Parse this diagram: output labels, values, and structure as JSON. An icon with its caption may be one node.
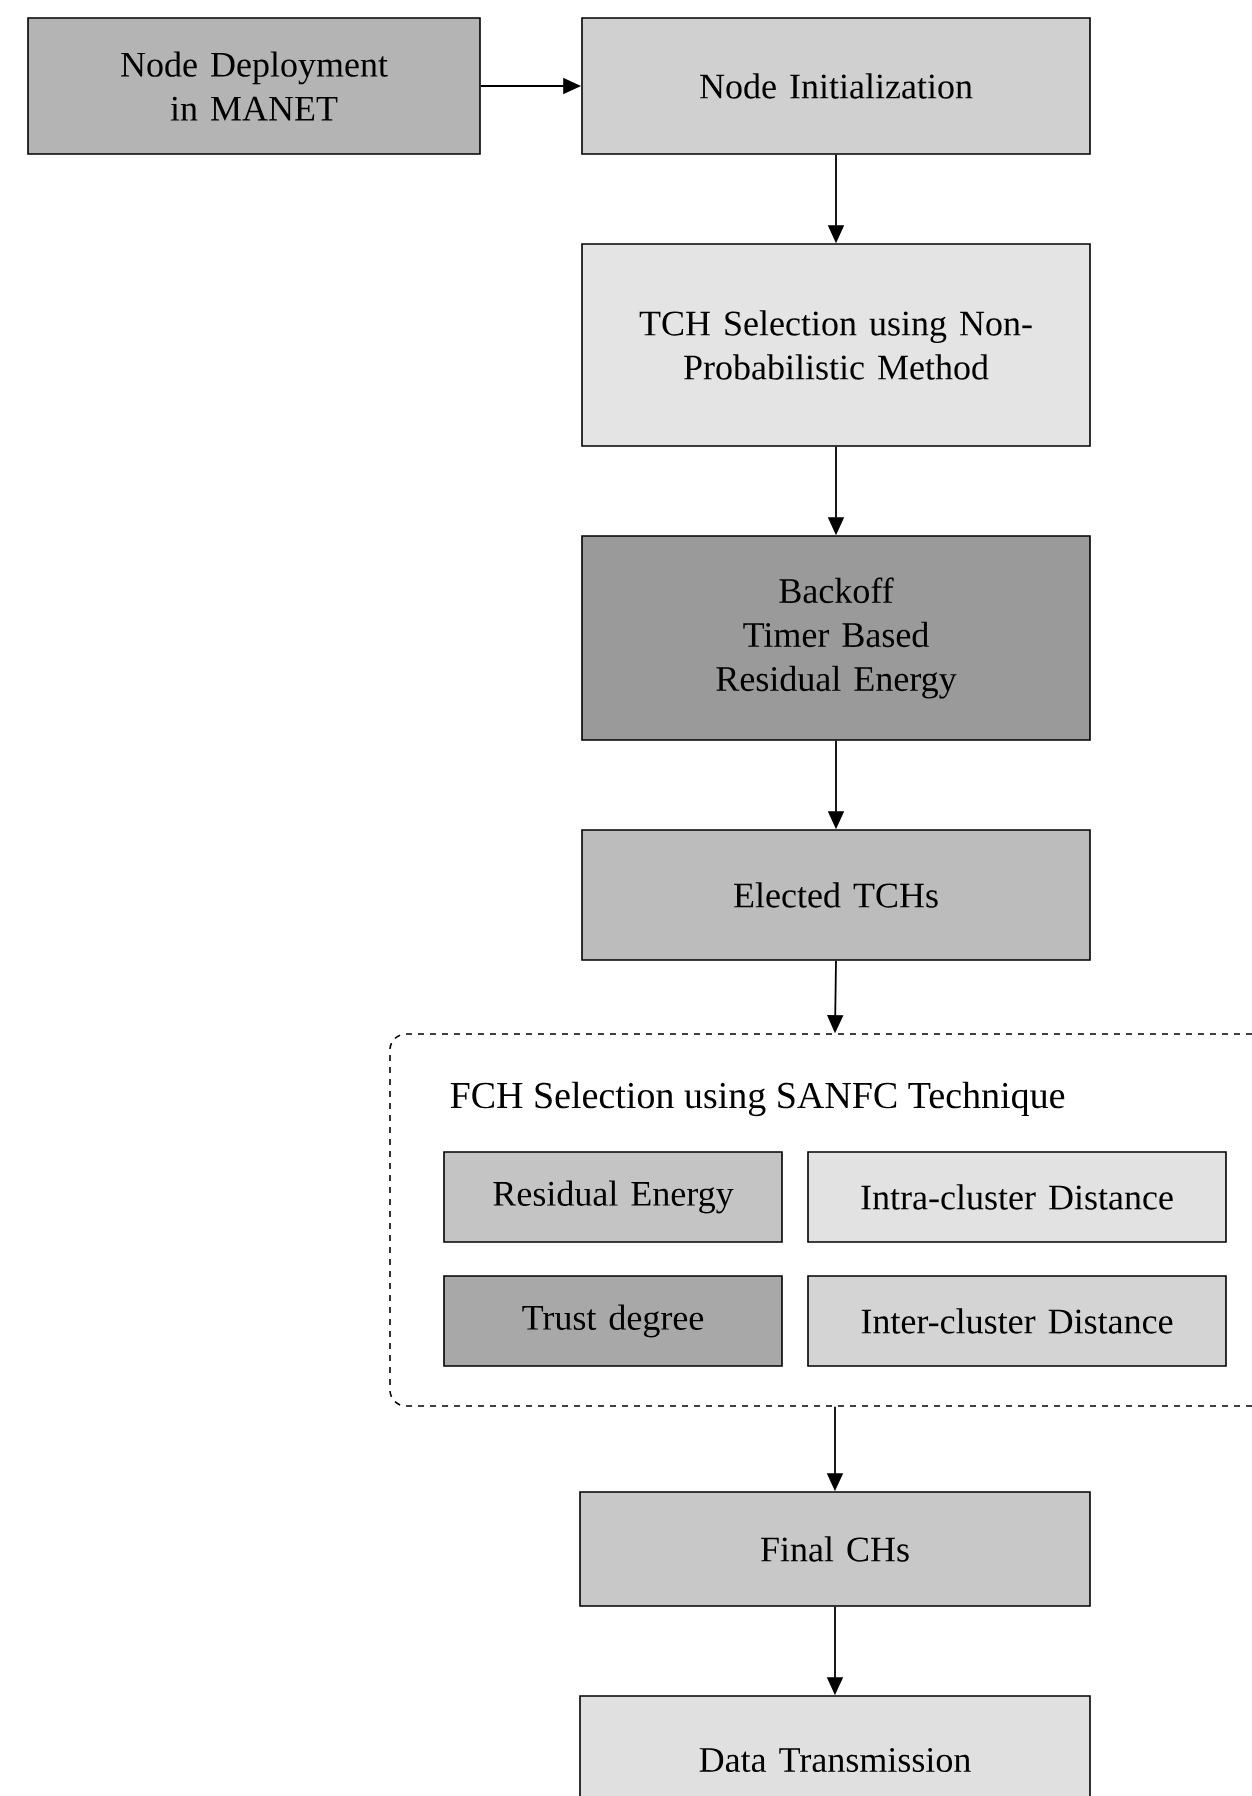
{
  "diagram": {
    "nodes": [
      {
        "text": [
          "Node Deployment in MANET"
        ]
      },
      {
        "text": [
          "Node Initialization"
        ]
      },
      {
        "text": [
          "TCH Selection using Non-Probabilistic Method"
        ]
      },
      {
        "text": [
          "Backoff Timer Based Residual Energy"
        ]
      },
      {
        "text": [
          "Elected TCHs"
        ]
      },
      {
        "text": [
          "FCH Selection using SANFC Technique"
        ]
      },
      {
        "text": [
          "Residual Energy"
        ],
        "in": 5
      },
      {
        "text": [
          "Intra-cluster Distance"
        ],
        "in": 5
      },
      {
        "text": [
          "Trust degree"
        ],
        "in": 5
      },
      {
        "text": [
          "Inter-cluster Distance"
        ],
        "in": 5
      },
      {
        "text": [
          "Final CHs"
        ]
      },
      {
        "text": [
          "Data Transmission"
        ]
      }
    ],
    "edges": [
      {
        "from": 0,
        "to": 1,
        "arrow": "to"
      },
      {
        "from": 1,
        "to": 2,
        "arrow": "to"
      },
      {
        "from": 2,
        "to": 3,
        "arrow": "to"
      },
      {
        "from": 3,
        "to": 4,
        "arrow": "to"
      },
      {
        "from": 4,
        "to": 5,
        "arrow": "to"
      },
      {
        "from": 5,
        "to": 10,
        "arrow": "to"
      },
      {
        "from": 10,
        "to": 11,
        "arrow": "to"
      }
    ]
  }
}
